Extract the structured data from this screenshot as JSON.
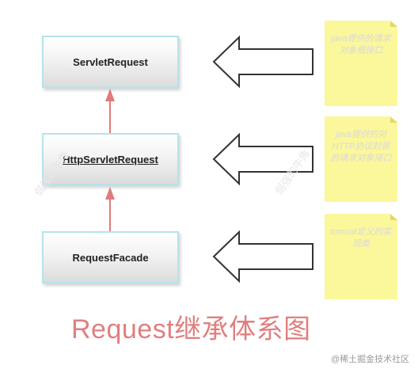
{
  "classes": {
    "servlet_request": "ServletRequest",
    "http_servlet_request": "HttpServletRequest",
    "request_facade": "RequestFacade"
  },
  "notes": {
    "servlet_request": "java提供的请求对象根接口",
    "http_servlet_request": "java提供的对HTTP协议封装的请求对象接口",
    "request_facade": "tomcat定义的实现类"
  },
  "caption": "Request继承体系图",
  "watermarks": [
    "倔强的牛角",
    "倔强的牛角"
  ],
  "footer": "@稀土掘金技术社区",
  "colors": {
    "inheritance_arrow": "#e07b7b",
    "box_border": "#b6e3ec",
    "note_fill": "#fbf79b",
    "caption": "#e07f7f"
  }
}
